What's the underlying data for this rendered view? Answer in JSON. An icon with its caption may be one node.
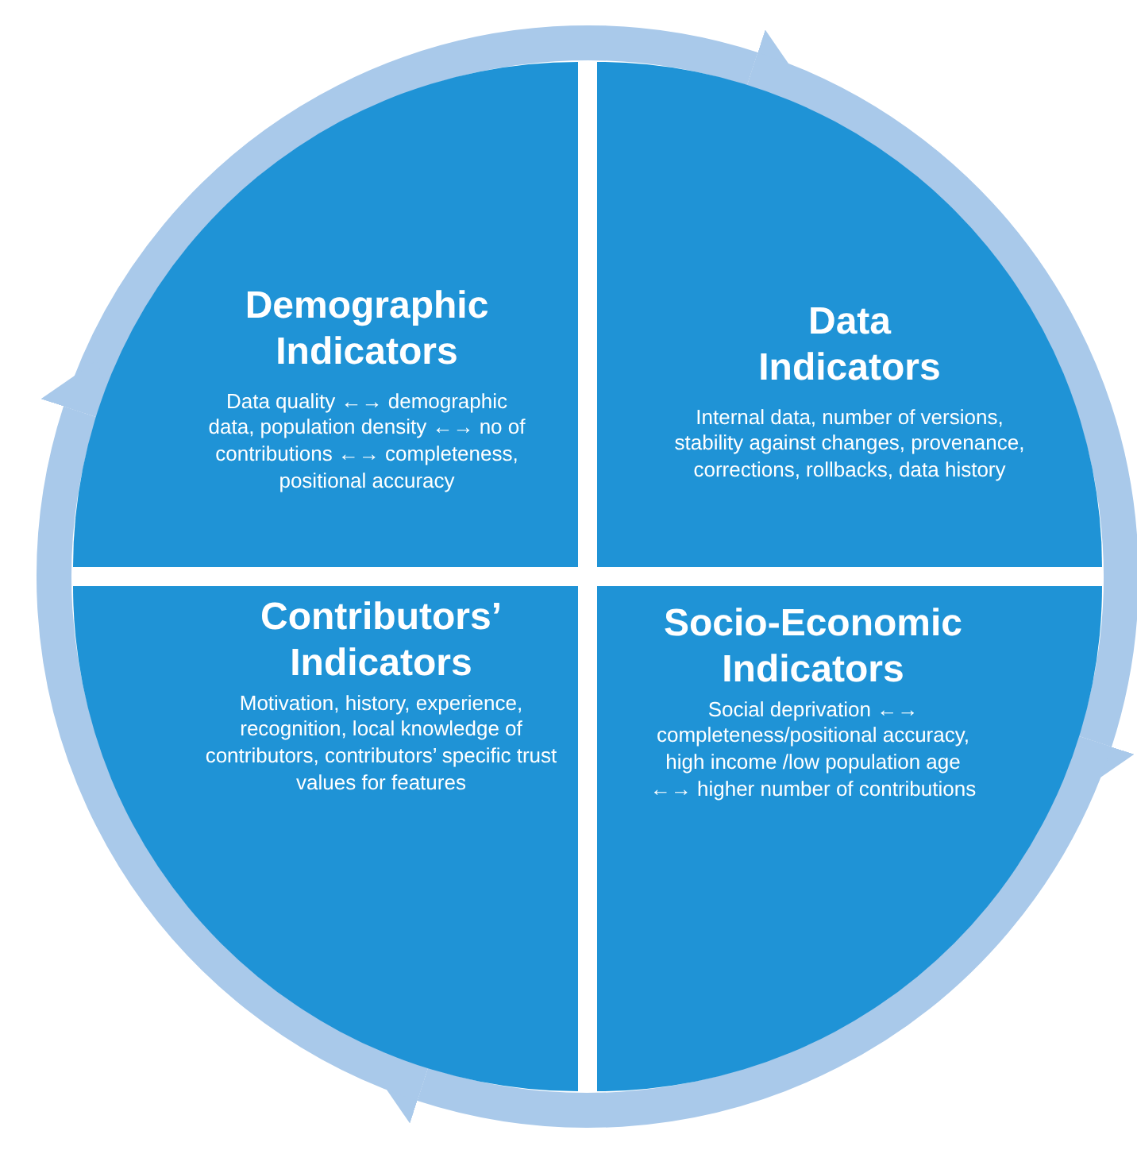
{
  "diagram": {
    "nodes": [
      {
        "text": [
          "Demographic Indicators",
          "Data quality ←→ demographic data, population density ←→ no of contributions ←→ completeness, positional accuracy"
        ]
      },
      {
        "text": [
          "Data Indicators",
          "Internal data, number of versions, stability against changes, provenance, corrections, rollbacks, data history"
        ]
      },
      {
        "text": [
          "Contributors’ Indicators",
          "Motivation,  history, experience, recognition, local knowledge of contributors, contributors’ specific trust values for features"
        ]
      },
      {
        "text": [
          "Socio-Economic Indicators",
          "Social deprivation ←→ completeness/positional accuracy, high income /low population age ←→ higher number of contributions"
        ]
      }
    ],
    "edges": [
      {
        "from": 0,
        "to": 1,
        "arrow": "to"
      },
      {
        "from": 1,
        "to": 3,
        "arrow": "to"
      },
      {
        "from": 3,
        "to": 2,
        "arrow": "to"
      },
      {
        "from": 2,
        "to": 0,
        "arrow": "to"
      }
    ]
  }
}
